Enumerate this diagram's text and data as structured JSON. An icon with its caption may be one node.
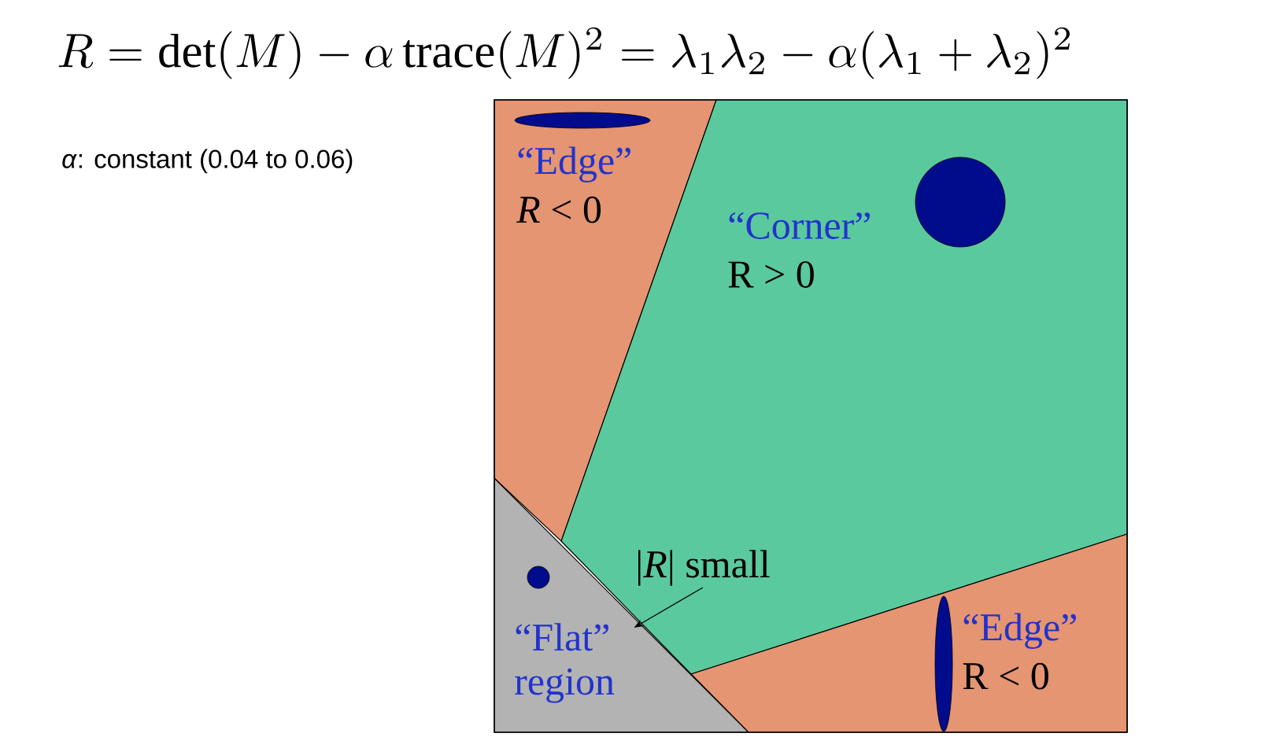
{
  "diagram": {
    "title": "R = \\det(M) - \\alpha\\,\\mathrm{trace}(M)^2 = \\lambda_1\\lambda_2 - \\alpha(\\lambda_1 + \\lambda_2)^2",
    "nodes": [
      {
        "text": [
          "“Edge”",
          "*R* < 0"
        ]
      },
      {
        "text": [
          "“Corner”",
          "R > 0"
        ]
      },
      {
        "text": [
          "“Flat” region"
        ]
      },
      {
        "text": [
          "“Edge”",
          "R < 0"
        ]
      },
      {
        "text": [
          "|*R*| small"
        ]
      },
      {
        "text": [],
        "shape": "ellipse"
      },
      {
        "text": [],
        "shape": "circle"
      },
      {
        "text": [],
        "shape": "circle"
      },
      {
        "text": [],
        "shape": "ellipse"
      }
    ],
    "edges": [
      {
        "from": 4,
        "to": 2,
        "arrow": "to"
      }
    ],
    "labels": [
      "*α*: constant (0.04 to 0.06)"
    ]
  }
}
